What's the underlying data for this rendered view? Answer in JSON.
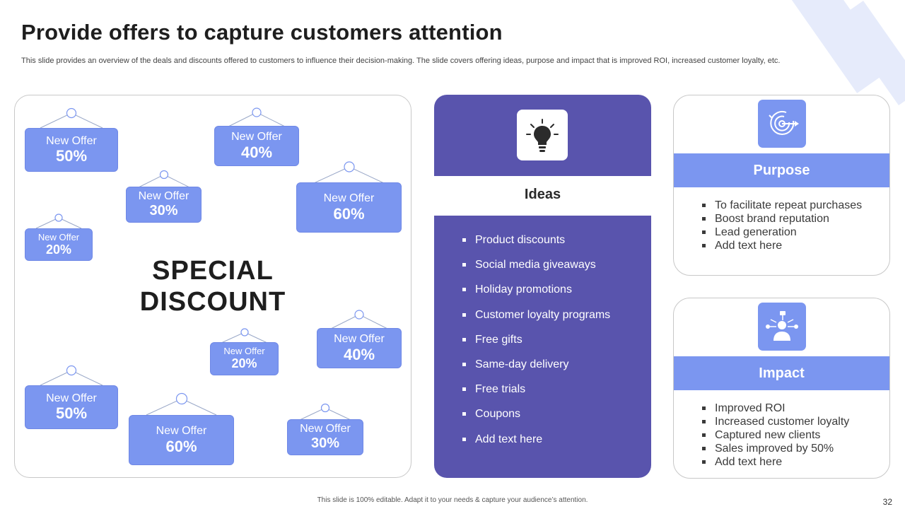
{
  "slide": {
    "title": "Provide offers to capture customers attention",
    "subtitle": "This slide provides an overview of the deals and discounts offered to customers to influence their decision-making. The slide covers offering ideas, purpose and impact that is improved ROI, increased customer loyalty, etc.",
    "footer": "This slide is 100% editable. Adapt it to your needs & capture your audience’s attention.",
    "page_number": "32"
  },
  "offers": {
    "special_line1": "SPECIAL",
    "special_line2": "DISCOUNT",
    "tags": [
      {
        "label": "New Offer",
        "value": "50%"
      },
      {
        "label": "New Offer",
        "value": "40%"
      },
      {
        "label": "New Offer",
        "value": "30%"
      },
      {
        "label": "New Offer",
        "value": "60%"
      },
      {
        "label": "New Offer",
        "value": "20%"
      },
      {
        "label": "New Offer",
        "value": "40%"
      },
      {
        "label": "New Offer",
        "value": "20%"
      },
      {
        "label": "New Offer",
        "value": "50%"
      },
      {
        "label": "New Offer",
        "value": "60%"
      },
      {
        "label": "New Offer",
        "value": "30%"
      }
    ]
  },
  "ideas": {
    "icon": "lightbulb-icon",
    "heading": "Ideas",
    "items": [
      "Product discounts",
      "Social media giveaways",
      "Holiday promotions",
      "Customer loyalty programs",
      "Free gifts",
      "Same-day delivery",
      "Free trials",
      "Coupons",
      "Add text here"
    ]
  },
  "purpose": {
    "icon": "target-icon",
    "heading": "Purpose",
    "items": [
      "To facilitate repeat purchases",
      "Boost brand reputation",
      "Lead generation",
      "Add text here"
    ]
  },
  "impact": {
    "icon": "network-person-icon",
    "heading": "Impact",
    "items": [
      "Improved ROI",
      "Increased customer loyalty",
      "Captured new clients",
      "Sales improved by 50%",
      "Add text here"
    ]
  },
  "colors": {
    "accent_blue": "#7b96f0",
    "ideas_purple": "#5954ad",
    "title_text": "#1e1e1e"
  }
}
